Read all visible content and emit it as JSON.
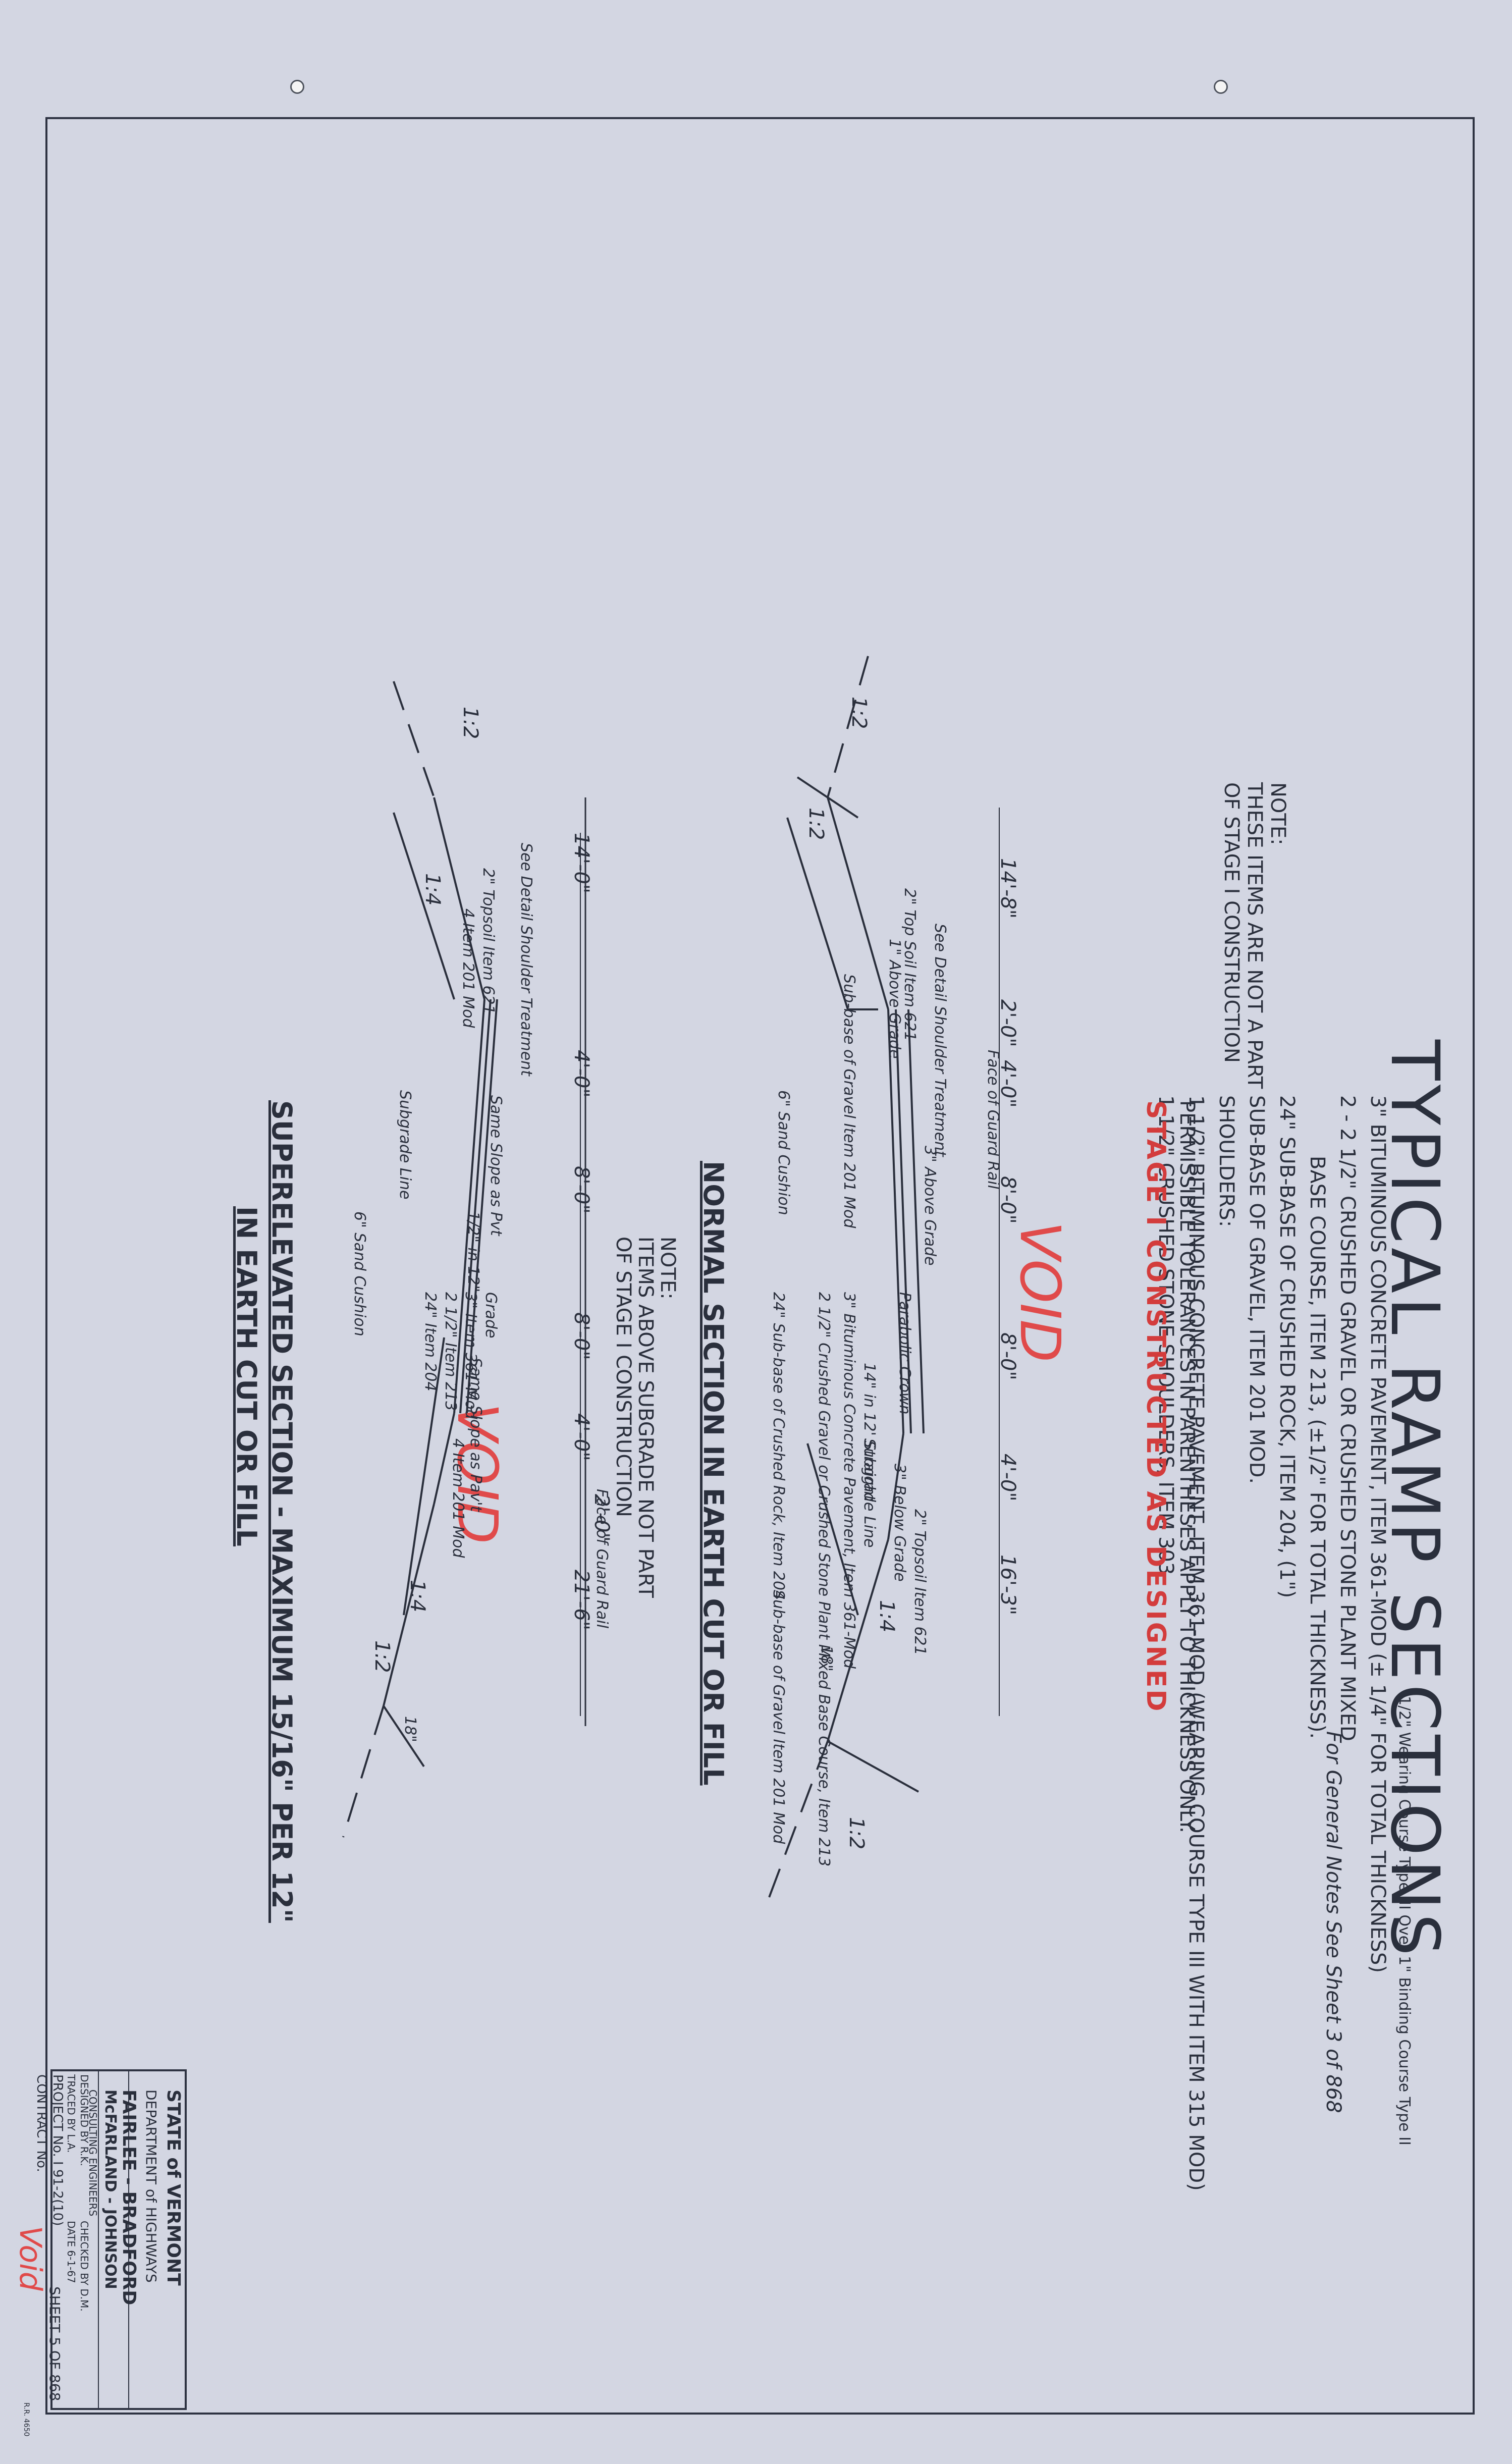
{
  "title": "TYPICAL RAMP SECTIONS",
  "notes": {
    "pavement_1": "3\" BITUMINOUS CONCRETE PAVEMENT, ITEM 361-MOD (± 1/4\" FOR TOTAL THICKNESS)",
    "pavement_1_wearing": "1/2\" Wearing Course Type III Over 1\" Binding Course Type II",
    "pavement_2": "2 - 2 1/2\" CRUSHED GRAVEL OR CRUSHED STONE PLANT MIXED",
    "pavement_3": "BASE COURSE, ITEM 213, (±1/2\" FOR TOTAL THICKNESS).",
    "pavement_4": "24\" SUB-BASE OF CRUSHED ROCK, ITEM 204, (1\")",
    "pavement_5": "SUB-BASE OF GRAVEL, ITEM 201 MOD.",
    "general_notes_ref": "For General Notes See Sheet 3 of 868",
    "shoulders_label": "SHOULDERS:",
    "shoulders_1": "1 1/2\" BITUMINOUS CONCRETE PAVEMENT, ITEM 361-MOD (WEARING COURSE TYPE III WITH ITEM 315 MOD)",
    "shoulders_2": "1 1/2\" CRUSHED STONE SHOULDERS, ITEM 303",
    "tolerance": "PERMISSIBLE TOLERANCES IN PARENTHESES APPLY TO THICKNESS ONLY.",
    "stage": "STAGE I CONSTRUCTED AS DESIGNED",
    "note_label": "NOTE:",
    "note_items": "THESE ITEMS ARE NOT A PART",
    "note_items_2": "OF STAGE I CONSTRUCTION"
  },
  "stamps": {
    "void_1": "VOID",
    "void_2": "VOID",
    "void_3": "Void"
  },
  "normal_section": {
    "caption": "NORMAL SECTION IN EARTH CUT OR FILL",
    "note_label": "NOTE:",
    "note_1": "ITEMS ABOVE SUBGRADE NOT PART",
    "note_2": "OF STAGE I CONSTRUCTION",
    "dims": [
      "14'-8\"",
      "2'-0\"",
      "4'-0\"",
      "8'-0\"",
      "8'-0\"",
      "4'-0\"",
      "16'-3\""
    ],
    "slopes": [
      "1:2",
      "1:2",
      "1:4",
      "1:2"
    ],
    "labels": [
      "Face of Guard Rail",
      "See Detail Shoulder Treatment",
      "2\" Top Soil Item 621",
      "1\" Above Grade",
      "Sub-base of Gravel Item 201 Mod",
      "6\" Sand Cushion",
      "3\" Above Grade",
      "Parabolic Crown",
      "14\" in 12' Straight",
      "3\" Bituminous Concrete Pavement, Item 361-Mod",
      "2 1/2\" Crushed Gravel or Crushed Stone Plant Mixed Base Course, Item 213",
      "24\" Sub-base of Crushed Rock, Item 204",
      "Subgrade Line",
      "Sub-base of Gravel Item 201 Mod",
      "2\" Topsoil Item 621",
      "3\" Below Grade",
      "18\""
    ]
  },
  "super_section": {
    "caption": "SUPERELEVATED SECTION - MAXIMUM 15/16\" PER 12\"",
    "caption_2": "IN EARTH CUT OR FILL",
    "dims": [
      "14'-0\"",
      "4'-0\"",
      "8'-0\"",
      "8'-0\"",
      "4'-0\"",
      "2'-0\"",
      "21'-6\""
    ],
    "slopes": [
      "1:2",
      "1:4",
      "1:2",
      "1:4"
    ],
    "labels": [
      "See Detail Shoulder Treatment",
      "2\" Topsoil Item 621",
      "4 Item 201 Mod",
      "Subgrade Line",
      "Same Slope as Pvt",
      "1/2\" in 12\"",
      "6\" Sand Cushion",
      "Grade",
      "3\" Item 361-Mod",
      "2 1/2\" Item 213",
      "24\" Item 204",
      "Same Slope as Pav't",
      "4 Item 201 Mod",
      "Face of Guard Rail",
      "18\""
    ]
  },
  "title_block": {
    "state": "STATE of VERMONT",
    "dept": "DEPARTMENT of HIGHWAYS",
    "project_name": "FAIRLEE - BRADFORD",
    "firm": "McFARLAND - JOHNSON",
    "firm_sub": "CONSULTING ENGINEERS",
    "designed": "DESIGNED BY  R.K.",
    "traced": "TRACED BY  L.A.",
    "checked": "CHECKED BY  D.M.",
    "date": "DATE  6-1-67",
    "project_no": "PROJECT No. I 91-2(10)",
    "contract_no": "CONTRACT No.",
    "sheet": "SHEET  5  OF 868"
  },
  "corner_mark": "R.R. 4650"
}
